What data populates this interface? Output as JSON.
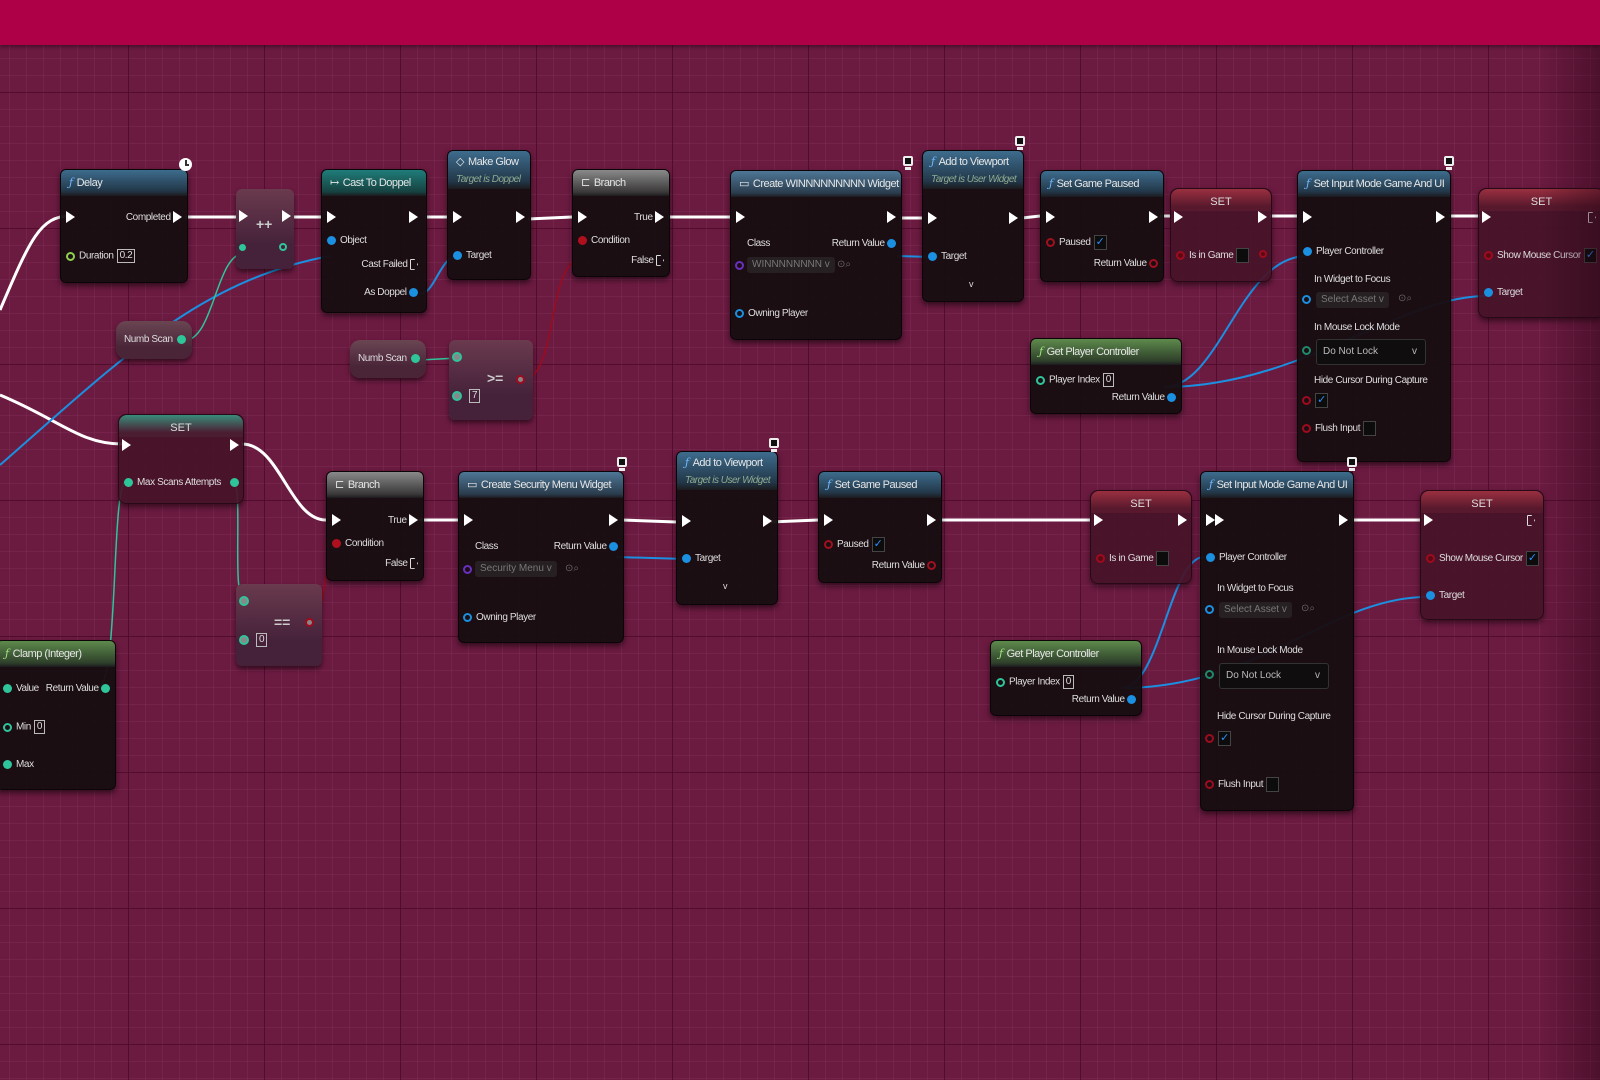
{
  "colors": {
    "top_bar": "#ad0046",
    "canvas": "#6b1a40",
    "exec_wire": "#ffffff",
    "object_wire": "#1b8fe0",
    "int_wire": "#2fc59a",
    "bool_wire": "#9e0b1e"
  },
  "nodes": {
    "delay": {
      "title": "Delay",
      "icon": "function-icon",
      "pin_completed": "Completed",
      "pin_duration": "Duration",
      "duration_value": "0.2"
    },
    "increment": {
      "symbol": "++"
    },
    "numb_scan_1": {
      "label": "Numb Scan"
    },
    "cast_to_doppel": {
      "title": "Cast To Doppel",
      "pin_object": "Object",
      "pin_cast_failed": "Cast Failed",
      "pin_as_doppel": "As Doppel"
    },
    "make_glow": {
      "title": "Make Glow",
      "subtitle": "Target is Doppel",
      "pin_target": "Target"
    },
    "branch_1": {
      "title": "Branch",
      "pin_true": "True",
      "pin_false": "False",
      "pin_condition": "Condition"
    },
    "numb_scan_2": {
      "label": "Numb Scan"
    },
    "gte": {
      "symbol": ">=",
      "value": "7"
    },
    "create_win_widget": {
      "title": "Create WINNNNNNNNN Widget",
      "pin_class": "Class",
      "class_value": "WINNNNNNNN",
      "pin_return": "Return Value",
      "pin_owning": "Owning Player"
    },
    "add_viewport_1": {
      "title": "Add to Viewport",
      "subtitle": "Target is User Widget",
      "pin_target": "Target"
    },
    "set_game_paused_1": {
      "title": "Set Game Paused",
      "pin_paused": "Paused",
      "pin_return": "Return Value",
      "paused_checked": true
    },
    "set_is_in_game_1": {
      "title": "SET",
      "pin": "Is in Game"
    },
    "get_player_controller_1": {
      "title": "Get Player Controller",
      "pin_index": "Player Index",
      "index_value": "0",
      "pin_return": "Return Value"
    },
    "set_input_mode_1": {
      "title": "Set Input Mode Game And UI",
      "pin_pc": "Player Controller",
      "pin_widget": "In Widget to Focus",
      "widget_value": "Select Asset",
      "pin_lock": "In Mouse Lock Mode",
      "lock_value": "Do Not Lock",
      "pin_hide": "Hide Cursor During Capture",
      "pin_flush": "Flush Input"
    },
    "set_mouse_cursor_1": {
      "title": "SET",
      "pin_show": "Show Mouse Cursor",
      "pin_target": "Target"
    },
    "set_max_scans": {
      "title": "SET",
      "pin": "Max Scans Attempts"
    },
    "branch_2": {
      "title": "Branch",
      "pin_true": "True",
      "pin_false": "False",
      "pin_condition": "Condition"
    },
    "eq": {
      "symbol": "==",
      "value": "0"
    },
    "create_security_widget": {
      "title": "Create Security Menu Widget",
      "pin_class": "Class",
      "class_value": "Security Menu",
      "pin_return": "Return Value",
      "pin_owning": "Owning Player"
    },
    "add_viewport_2": {
      "title": "Add to Viewport",
      "subtitle": "Target is User Widget",
      "pin_target": "Target"
    },
    "set_game_paused_2": {
      "title": "Set Game Paused",
      "pin_paused": "Paused",
      "pin_return": "Return Value"
    },
    "set_is_in_game_2": {
      "title": "SET",
      "pin": "Is in Game"
    },
    "get_player_controller_2": {
      "title": "Get Player Controller",
      "pin_index": "Player Index",
      "index_value": "0",
      "pin_return": "Return Value"
    },
    "set_input_mode_2": {
      "title": "Set Input Mode Game And UI",
      "pin_pc": "Player Controller",
      "pin_widget": "In Widget to Focus",
      "widget_value": "Select Asset",
      "pin_lock": "In Mouse Lock Mode",
      "lock_value": "Do Not Lock",
      "pin_hide": "Hide Cursor During Capture",
      "pin_flush": "Flush Input"
    },
    "set_mouse_cursor_2": {
      "title": "SET",
      "pin_show": "Show Mouse Cursor",
      "pin_target": "Target"
    },
    "clamp": {
      "title": "Clamp (Integer)",
      "pin_value": "Value",
      "pin_return": "Return Value",
      "pin_min": "Min",
      "min_value": "0",
      "pin_max": "Max"
    }
  },
  "glyphs": {
    "check": "✓",
    "chevron": "v",
    "dropdown": "⌄",
    "search": "⌕",
    "browse": "⊙",
    "fn": "ƒ",
    "cast": "↦",
    "branch": "⊏",
    "glow": "◇",
    "widget": "▭"
  }
}
